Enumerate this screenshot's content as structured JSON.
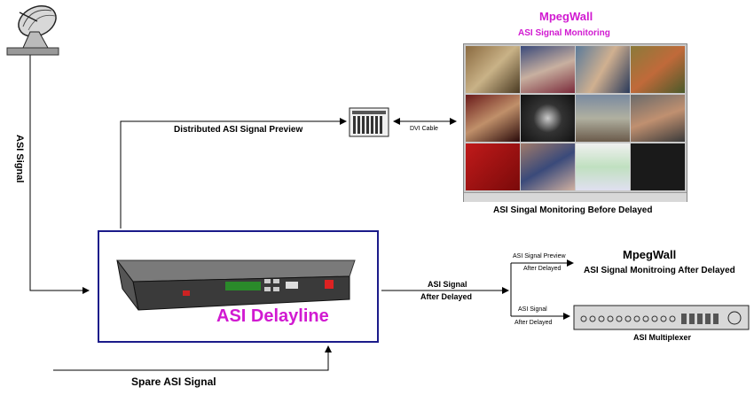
{
  "labels": {
    "asi_signal_vertical": "ASI Signal",
    "distributed_preview": "Distributed ASI Signal Preview",
    "dvi_cable": "DVI Cable",
    "mpegwall_title": "MpegWall",
    "mpegwall_subtitle": "ASI Signal Monitoring",
    "monitor_before": "ASI Singal Monitoring Before Delayed",
    "device_name": "ASI Delayline",
    "asi_after_1": "ASI Signal",
    "asi_after_2": "After Delayed",
    "preview_line1": "ASI Signal Preview",
    "preview_line2": "After Delayed",
    "branch_line1": "ASI Signal",
    "branch_line2": "After Delayed",
    "mpegwall2_title": "MpegWall",
    "mpegwall2_subtitle": "ASI Signal Monitroing After Delayed",
    "multiplexer": "ASI Multiplexer",
    "spare": "Spare ASI Signal"
  },
  "colors": {
    "magenta": "#d11ad1",
    "box_border": "#1b1b8a",
    "line": "#000000"
  },
  "icons": [
    "satellite-dish-icon",
    "server-rack-icon",
    "video-wall-monitor",
    "rack-device",
    "multiplexer-device"
  ]
}
